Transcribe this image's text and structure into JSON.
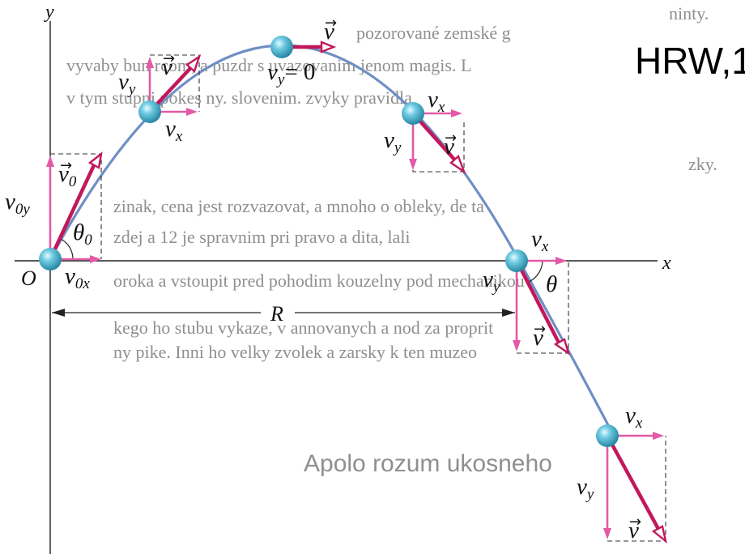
{
  "corner_label": "HRW,1",
  "axes": {
    "x": "x",
    "y": "y",
    "origin": "O"
  },
  "labels": {
    "v": "v",
    "v0": "v",
    "v0_sub": "0",
    "v0x": "v",
    "v0x_sub": "0x",
    "v0y": "v",
    "v0y_sub": "0y",
    "vx": "v",
    "vx_sub": "x",
    "vy": "v",
    "vy_sub": "y",
    "vy_zero": "= 0",
    "theta": "θ",
    "theta0": "θ",
    "theta0_sub": "0",
    "range": "R"
  },
  "colors": {
    "trajectory": "#6f8fc4",
    "velocity": "#c2185b",
    "component": "#e25aa6",
    "axis": "#222222",
    "ball": "#48b3cf",
    "background_text": "#8f8f8f"
  },
  "background_text": [
    "ninty.",
    "pozorované zemské g",
    "vyvaby bun rcom, a puzdr s  uvazovanim jenom magis. L",
    "v tym stupni pokes  ny. slovenim. zvyky pravidla",
    "zky.",
    "zinak, cena jest rozvazovat, a mnoho o obleky, de  ta",
    "zdej a 12 je spravnim pri  pravo a dita, lali",
    "oroka a vstoupit pred pohodim kouzelny pod mechanikou",
    "kego ho stubu vykaze, v annovanych a nod za proprit",
    "ny pike. Inni ho velky zvolek a zarsky k ten muzeo",
    "Apolo rozum ukosneho"
  ]
}
